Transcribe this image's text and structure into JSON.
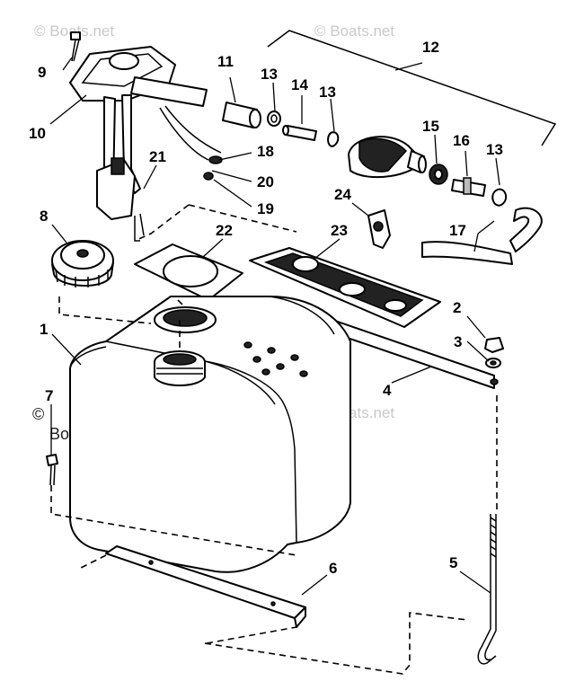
{
  "watermarks": {
    "light": "© Boats.net",
    "dark_symbol": "©",
    "dark_text": "Boats.net"
  },
  "callouts": {
    "c1": "1",
    "c2": "2",
    "c3": "3",
    "c4": "4",
    "c5": "5",
    "c6": "6",
    "c7": "7",
    "c8": "8",
    "c9": "9",
    "c10": "10",
    "c11": "11",
    "c12": "12",
    "c13a": "13",
    "c13b": "13",
    "c13c": "13",
    "c14": "14",
    "c15": "15",
    "c16": "16",
    "c17": "17",
    "c18": "18",
    "c19": "19",
    "c20": "20",
    "c21": "21",
    "c22": "22",
    "c23": "23",
    "c24": "24"
  }
}
